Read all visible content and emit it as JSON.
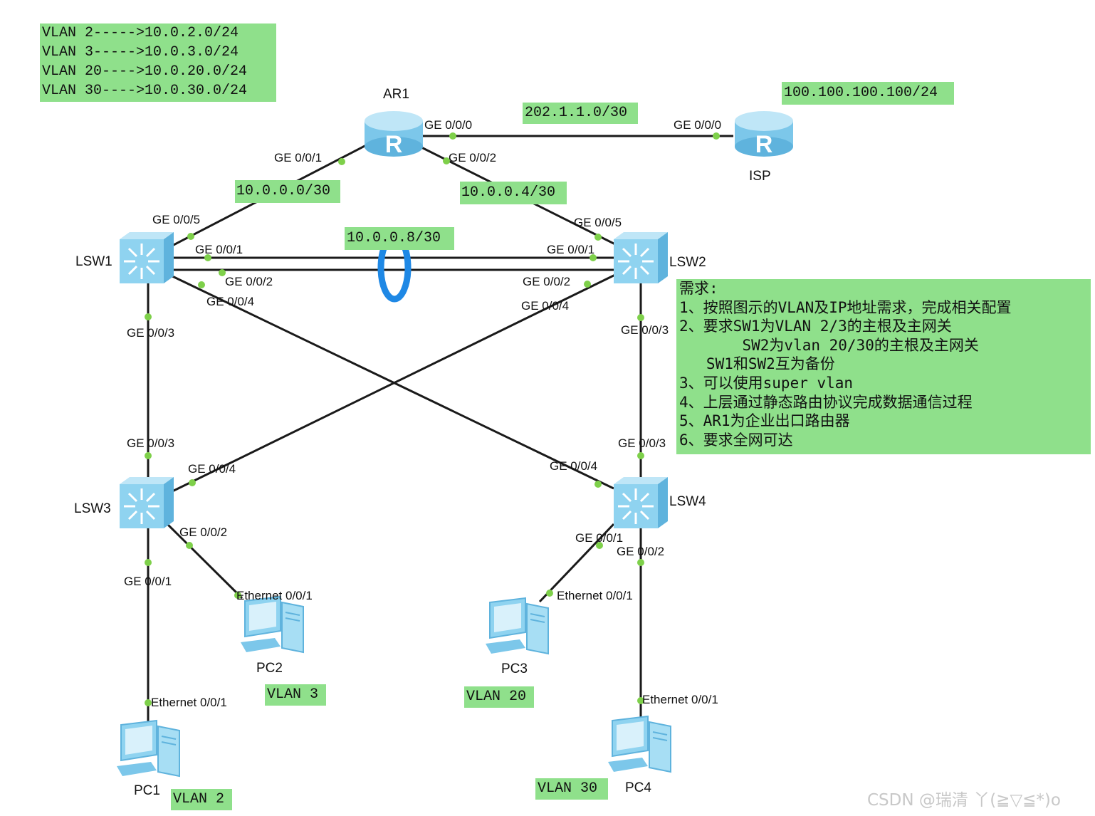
{
  "vlan_map": [
    "VLAN 2----->10.0.2.0/24",
    "VLAN 3----->10.0.3.0/24",
    "VLAN 20---->10.0.20.0/24",
    "VLAN 30---->10.0.30.0/24"
  ],
  "subnets": {
    "ar1_isp": "202.1.1.0/30",
    "isp_addr": "100.100.100.100/24",
    "ar1_lsw1": "10.0.0.0/30",
    "ar1_lsw2": "10.0.0.4/30",
    "lsw1_lsw2": "10.0.0.8/30"
  },
  "devices": {
    "ar1": "AR1",
    "isp": "ISP",
    "lsw1": "LSW1",
    "lsw2": "LSW2",
    "lsw3": "LSW3",
    "lsw4": "LSW4",
    "pc1": "PC1",
    "pc2": "PC2",
    "pc3": "PC3",
    "pc4": "PC4"
  },
  "ports": {
    "ar1_ge000": "GE 0/0/0",
    "isp_ge000": "GE 0/0/0",
    "ar1_ge001": "GE 0/0/1",
    "ar1_ge002": "GE 0/0/2",
    "lsw1_ge005": "GE 0/0/5",
    "lsw1_ge001": "GE 0/0/1",
    "lsw1_ge002": "GE 0/0/2",
    "lsw1_ge004": "GE 0/0/4",
    "lsw1_ge003": "GE 0/0/3",
    "lsw2_ge005": "GE 0/0/5",
    "lsw2_ge001": "GE 0/0/1",
    "lsw2_ge002": "GE 0/0/2",
    "lsw2_ge004": "GE 0/0/4",
    "lsw2_ge003": "GE 0/0/3",
    "lsw3_ge003": "GE 0/0/3",
    "lsw3_ge004": "GE 0/0/4",
    "lsw3_ge002": "GE 0/0/2",
    "lsw3_ge001": "GE 0/0/1",
    "lsw4_ge003": "GE 0/0/3",
    "lsw4_ge004": "GE 0/0/4",
    "lsw4_ge001": "GE 0/0/1",
    "lsw4_ge002": "GE 0/0/2",
    "pc1_eth": "Ethernet 0/0/1",
    "pc2_eth": "Ethernet 0/0/1",
    "pc3_eth": "Ethernet 0/0/1",
    "pc4_eth": "Ethernet 0/0/1"
  },
  "vlan_tags": {
    "pc1": "VLAN 2",
    "pc2": "VLAN 3",
    "pc3": "VLAN 20",
    "pc4": "VLAN 30"
  },
  "requirements": [
    "需求:",
    "1、按照图示的VLAN及IP地址需求，完成相关配置",
    "2、要求SW1为VLAN 2/3的主根及主网关",
    "       SW2为vlan 20/30的主根及主网关",
    "   SW1和SW2互为备份",
    "3、可以使用super vlan",
    "4、上层通过静态路由协议完成数据通信过程",
    "5、AR1为企业出口路由器",
    "6、要求全网可达"
  ],
  "watermark": "CSDN @瑞清 丫(≧▽≦*)o",
  "colors": {
    "label_bg": "#8fe08b",
    "link": "#1a1a1a",
    "port_dot": "#7ed04a",
    "device": "#8fd3f0",
    "eth_trunk": "#1e88e5"
  }
}
